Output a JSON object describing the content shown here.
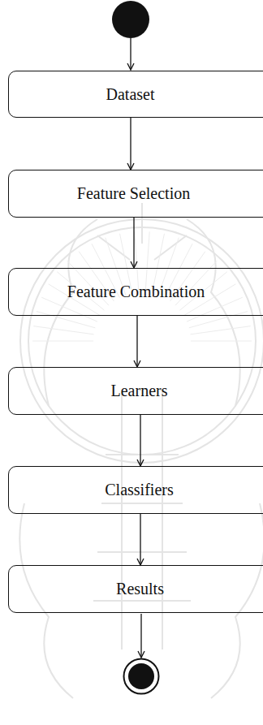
{
  "diagram": {
    "nodes": [
      {
        "text": [
          "Dataset"
        ]
      },
      {
        "text": [
          "Feature Selection"
        ]
      },
      {
        "text": [
          "Feature Combination"
        ]
      },
      {
        "text": [
          "Learners"
        ]
      },
      {
        "text": [
          "Classifiers"
        ]
      },
      {
        "text": [
          "Results"
        ]
      }
    ],
    "edges": [
      {
        "from": 0,
        "to": 1,
        "arrow": "to"
      },
      {
        "from": 1,
        "to": 2,
        "arrow": "to"
      },
      {
        "from": 2,
        "to": 3,
        "arrow": "to"
      },
      {
        "from": 3,
        "to": 4,
        "arrow": "to"
      },
      {
        "from": 4,
        "to": 5,
        "arrow": "to"
      }
    ]
  }
}
